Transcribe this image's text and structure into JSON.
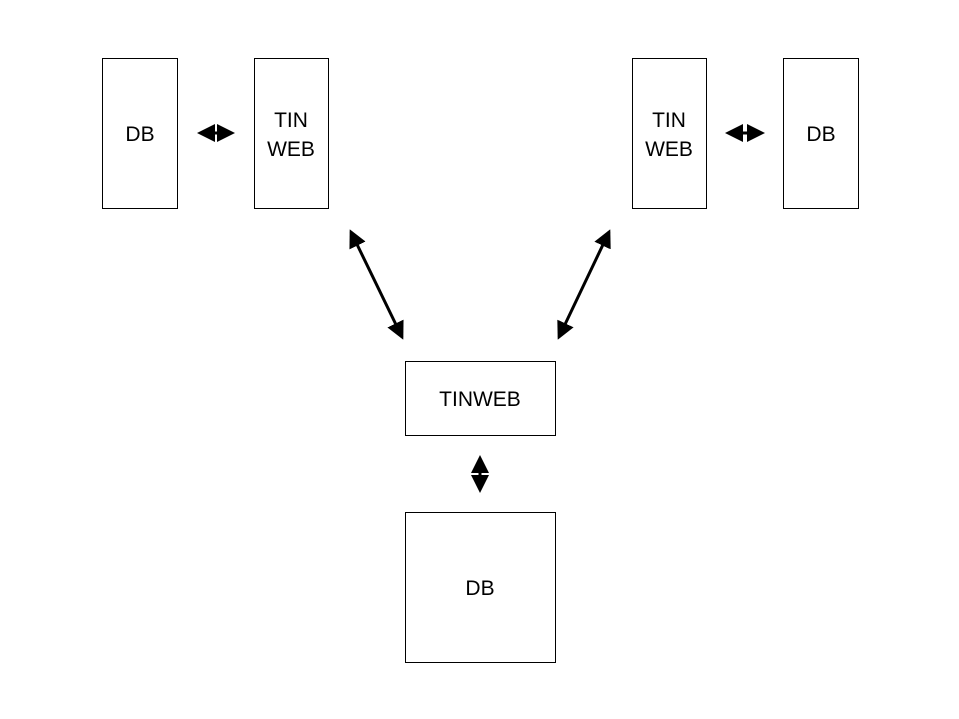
{
  "diagram": {
    "nodes": {
      "db_left": {
        "label_lines": [
          "DB"
        ]
      },
      "tinweb_left": {
        "label_lines": [
          "TIN",
          "WEB"
        ]
      },
      "tinweb_right": {
        "label_lines": [
          "TIN",
          "WEB"
        ]
      },
      "db_right": {
        "label_lines": [
          "DB"
        ]
      },
      "tinweb_center": {
        "label_lines": [
          "TINWEB"
        ]
      },
      "db_center": {
        "label_lines": [
          "DB"
        ]
      }
    },
    "edges": [
      {
        "from": "db_left",
        "to": "tinweb_left",
        "direction": "bidirectional"
      },
      {
        "from": "tinweb_right",
        "to": "db_right",
        "direction": "bidirectional"
      },
      {
        "from": "tinweb_left",
        "to": "tinweb_center",
        "direction": "bidirectional"
      },
      {
        "from": "tinweb_right",
        "to": "tinweb_center",
        "direction": "bidirectional"
      },
      {
        "from": "tinweb_center",
        "to": "db_center",
        "direction": "bidirectional"
      }
    ],
    "colors": {
      "stroke": "#000000",
      "fill": "#ffffff",
      "text": "#000000"
    }
  }
}
